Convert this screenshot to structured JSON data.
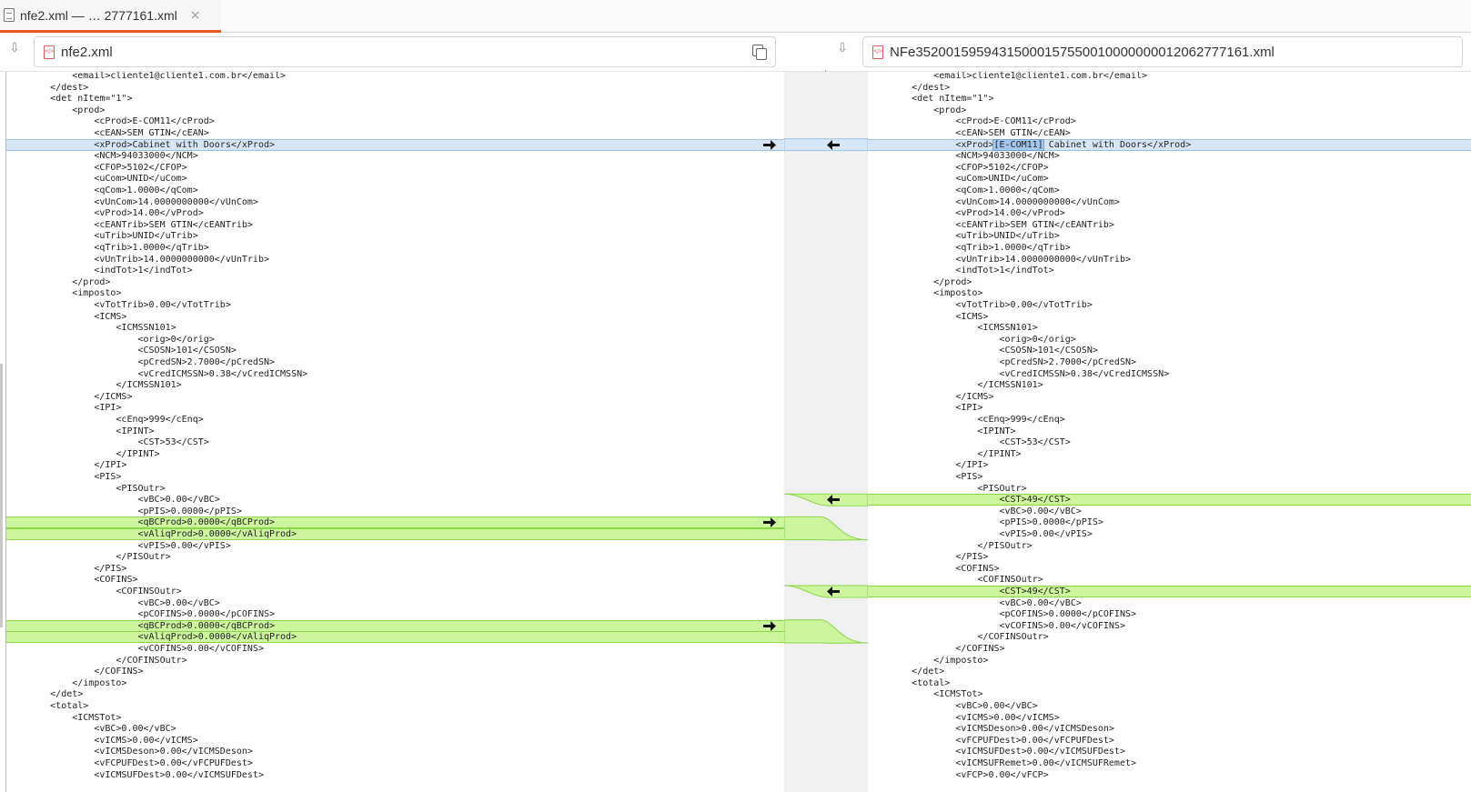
{
  "tab": {
    "title": "nfe2.xml — … 2777161.xml",
    "close_glyph": "×"
  },
  "left": {
    "filename": "nfe2.xml",
    "lines": [
      "            <email>cliente1@cliente1.com.br</email>",
      "        </dest>",
      "        <det nItem=\"1\">",
      "            <prod>",
      "                <cProd>E-COM11</cProd>",
      "                <cEAN>SEM GTIN</cEAN>",
      "                <xProd>Cabinet with Doors</xProd>",
      "                <NCM>94033000</NCM>",
      "                <CFOP>5102</CFOP>",
      "                <uCom>UNID</uCom>",
      "                <qCom>1.0000</qCom>",
      "                <vUnCom>14.0000000000</vUnCom>",
      "                <vProd>14.00</vProd>",
      "                <cEANTrib>SEM GTIN</cEANTrib>",
      "                <uTrib>UNID</uTrib>",
      "                <qTrib>1.0000</qTrib>",
      "                <vUnTrib>14.0000000000</vUnTrib>",
      "                <indTot>1</indTot>",
      "            </prod>",
      "            <imposto>",
      "                <vTotTrib>0.00</vTotTrib>",
      "                <ICMS>",
      "                    <ICMSSN101>",
      "                        <orig>0</orig>",
      "                        <CSOSN>101</CSOSN>",
      "                        <pCredSN>2.7000</pCredSN>",
      "                        <vCredICMSSN>0.38</vCredICMSSN>",
      "                    </ICMSSN101>",
      "                </ICMS>",
      "                <IPI>",
      "                    <cEnq>999</cEnq>",
      "                    <IPINT>",
      "                        <CST>53</CST>",
      "                    </IPINT>",
      "                </IPI>",
      "                <PIS>",
      "                    <PISOutr>",
      "                        <vBC>0.00</vBC>",
      "                        <pPIS>0.0000</pPIS>",
      "                        <qBCProd>0.0000</qBCProd>",
      "                        <vAliqProd>0.0000</vAliqProd>",
      "                        <vPIS>0.00</vPIS>",
      "                    </PISOutr>",
      "                </PIS>",
      "                <COFINS>",
      "                    <COFINSOutr>",
      "                        <vBC>0.00</vBC>",
      "                        <pCOFINS>0.0000</pCOFINS>",
      "                        <qBCProd>0.0000</qBCProd>",
      "                        <vAliqProd>0.0000</vAliqProd>",
      "                        <vCOFINS>0.00</vCOFINS>",
      "                    </COFINSOutr>",
      "                </COFINS>",
      "            </imposto>",
      "        </det>",
      "        <total>",
      "            <ICMSTot>",
      "                <vBC>0.00</vBC>",
      "                <vICMS>0.00</vICMS>",
      "                <vICMSDeson>0.00</vICMSDeson>",
      "                <vFCPUFDest>0.00</vFCPUFDest>",
      "                <vICMSUFDest>0.00</vICMSUFDest>"
    ]
  },
  "right": {
    "filename": "NFe35200159594315000157550010000000012062777161.xml",
    "xprod_prefix": "                <xProd>",
    "xprod_highlight": "[E-COM11]",
    "xprod_suffix": " Cabinet with Doors</xProd>",
    "lines": [
      "            <email>cliente1@cliente1.com.br</email>",
      "        </dest>",
      "        <det nItem=\"1\">",
      "            <prod>",
      "                <cProd>E-COM11</cProd>",
      "                <cEAN>SEM GTIN</cEAN>",
      "",
      "                <NCM>94033000</NCM>",
      "                <CFOP>5102</CFOP>",
      "                <uCom>UNID</uCom>",
      "                <qCom>1.0000</qCom>",
      "                <vUnCom>14.0000000000</vUnCom>",
      "                <vProd>14.00</vProd>",
      "                <cEANTrib>SEM GTIN</cEANTrib>",
      "                <uTrib>UNID</uTrib>",
      "                <qTrib>1.0000</qTrib>",
      "                <vUnTrib>14.0000000000</vUnTrib>",
      "                <indTot>1</indTot>",
      "            </prod>",
      "            <imposto>",
      "                <vTotTrib>0.00</vTotTrib>",
      "                <ICMS>",
      "                    <ICMSSN101>",
      "                        <orig>0</orig>",
      "                        <CSOSN>101</CSOSN>",
      "                        <pCredSN>2.7000</pCredSN>",
      "                        <vCredICMSSN>0.38</vCredICMSSN>",
      "                    </ICMSSN101>",
      "                </ICMS>",
      "                <IPI>",
      "                    <cEnq>999</cEnq>",
      "                    <IPINT>",
      "                        <CST>53</CST>",
      "                    </IPINT>",
      "                </IPI>",
      "                <PIS>",
      "                    <PISOutr>",
      "                        <CST>49</CST>",
      "                        <vBC>0.00</vBC>",
      "                        <pPIS>0.0000</pPIS>",
      "                        <vPIS>0.00</vPIS>",
      "                    </PISOutr>",
      "                </PIS>",
      "                <COFINS>",
      "                    <COFINSOutr>",
      "                        <CST>49</CST>",
      "                        <vBC>0.00</vBC>",
      "                        <pCOFINS>0.0000</pCOFINS>",
      "                        <vCOFINS>0.00</vCOFINS>",
      "                    </COFINSOutr>",
      "                </COFINS>",
      "            </imposto>",
      "        </det>",
      "        <total>",
      "            <ICMSTot>",
      "                <vBC>0.00</vBC>",
      "                <vICMS>0.00</vICMS>",
      "                <vICMSDeson>0.00</vICMSDeson>",
      "                <vFCPUFDest>0.00</vFCPUFDest>",
      "                <vICMSUFDest>0.00</vICMSUFDest>",
      "                <vICMSUFRemet>0.00</vICMSUFRemet>",
      "                <vFCP>0.00</vFCP>"
    ]
  },
  "colors": {
    "changed_bg": "#ccf59d",
    "changed_border": "#8bd64a",
    "current_bg": "#d6e6f6",
    "accent": "#e95420"
  },
  "icons": {
    "tab": "document-icon",
    "download": "download-arrow-icon",
    "file": "xml-file-icon",
    "copy": "copy-icon",
    "merge_right": "arrow-right-icon",
    "merge_left": "arrow-left-icon"
  }
}
